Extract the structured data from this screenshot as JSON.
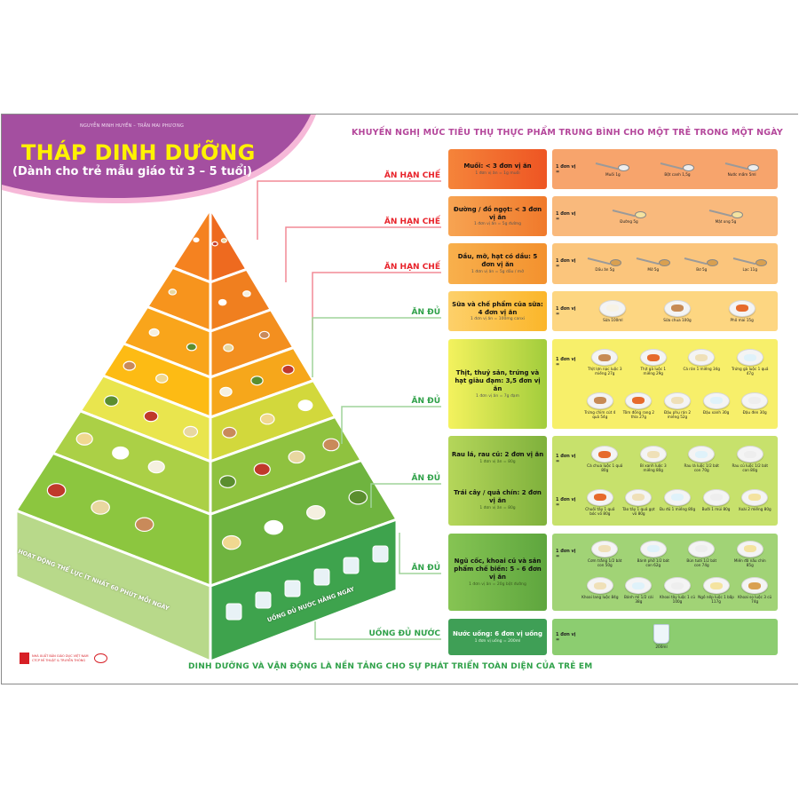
{
  "header": {
    "authors": "NGUYỄN MINH HUYỀN – TRẦN MAI PHƯƠNG",
    "title": "THÁP DINH DƯỠNG",
    "subtitle": "(Dành cho trẻ mẫu giáo từ 3 – 5 tuổi)"
  },
  "recommendation_title": "KHUYẾN NGHỊ MỨC TIÊU THỤ THỰC PHẨM TRUNG BÌNH CHO MỘT TRẺ TRONG MỘT NGÀY",
  "pyramid": {
    "activity_text": "HOẠT ĐỘNG THỂ LỰC ÍT NHẤT 60 PHÚT MỖI NGÀY",
    "water_text": "UỐNG ĐỦ NƯỚC HẰNG NGÀY"
  },
  "colors": {
    "restrict": "#e8242c",
    "enough": "#2fa149",
    "purple": "#a44fa0"
  },
  "rows": [
    {
      "level": "ĂN HẠN CHẾ",
      "type": "restrict",
      "groups": [
        {
          "title": "Muối: < 3 đơn vị ăn",
          "note": "1 đơn vị ăn = 1g muối"
        }
      ],
      "lines": [
        {
          "label": "1 đơn vị =",
          "items": [
            {
              "caption": "Muối 1g"
            },
            {
              "caption": "Bột canh 1,5g"
            },
            {
              "caption": "Nước mắm 5ml"
            }
          ]
        }
      ]
    },
    {
      "level": "ĂN HẠN CHẾ",
      "type": "restrict",
      "groups": [
        {
          "title": "Đường / đồ ngọt: < 3 đơn vị ăn",
          "note": "1 đơn vị ăn = 5g đường"
        }
      ],
      "lines": [
        {
          "label": "1 đơn vị =",
          "items": [
            {
              "caption": "Đường 5g"
            },
            {
              "caption": "Mật ong 5g"
            }
          ]
        }
      ]
    },
    {
      "level": "ĂN HẠN CHẾ",
      "type": "restrict",
      "groups": [
        {
          "title": "Dầu, mỡ, hạt có dầu: 5 đơn vị ăn",
          "note": "1 đơn vị ăn = 5g dầu / mỡ"
        }
      ],
      "lines": [
        {
          "label": "1 đơn vị =",
          "items": [
            {
              "caption": "Dầu ăn 5g"
            },
            {
              "caption": "Mỡ 5g"
            },
            {
              "caption": "Bơ 5g"
            },
            {
              "caption": "Lạc 11g"
            }
          ]
        }
      ]
    },
    {
      "level": "ĂN ĐỦ",
      "type": "enough",
      "groups": [
        {
          "title": "Sữa và chế phẩm của sữa: 4 đơn vị ăn",
          "note": "1 đơn vị ăn = 100mg canxi"
        }
      ],
      "lines": [
        {
          "label": "1 đơn vị =",
          "items": [
            {
              "caption": "Sữa 100ml"
            },
            {
              "caption": "Sữa chua 100g"
            },
            {
              "caption": "Phô mai 15g"
            }
          ]
        }
      ]
    },
    {
      "level": "ĂN ĐỦ",
      "type": "enough",
      "groups": [
        {
          "title": "Thịt, thuỷ sản, trứng và hạt giàu đạm: 3,5 đơn vị ăn",
          "note": "1 đơn vị ăn = 7g đạm"
        }
      ],
      "lines": [
        {
          "label": "1 đơn vị =",
          "items": [
            {
              "caption": "Thịt lợn nạc luộc 3 miếng 27g"
            },
            {
              "caption": "Thịt gà luộc 1 miếng 29g"
            },
            {
              "caption": "Cá rán 1 miếng 34g"
            },
            {
              "caption": "Trứng gà luộc 1 quả 47g"
            }
          ]
        },
        {
          "items": [
            {
              "caption": "Trứng chim cút 4 quả 54g"
            },
            {
              "caption": "Tôm đồng rang 2 thìa 27g"
            },
            {
              "caption": "Đậu phụ rán 2 miếng 52g"
            },
            {
              "caption": "Đậu xanh 30g"
            },
            {
              "caption": "Đậu đen 30g"
            }
          ]
        }
      ]
    },
    {
      "level": "ĂN ĐỦ",
      "type": "enough",
      "groups": [
        {
          "title": "Rau lá, rau củ: 2 đơn vị ăn",
          "note": "1 đơn vị ăn = 80g"
        },
        {
          "title": "Trái cây / quả chín: 2 đơn vị ăn",
          "note": "1 đơn vị ăn = 80g"
        }
      ],
      "lines": [
        {
          "label": "1 đơn vị =",
          "items": [
            {
              "caption": "Cà chua luộc 1 quả 80g"
            },
            {
              "caption": "Bí xanh luộc 3 miếng 80g"
            },
            {
              "caption": "Rau lá luộc 1/2 bát con 70g"
            },
            {
              "caption": "Rau củ luộc 1/2 bát con 80g"
            }
          ]
        },
        {
          "label": "1 đơn vị =",
          "items": [
            {
              "caption": "Chuối tây 1 quả bóc vỏ 80g"
            },
            {
              "caption": "Táo tây 1 quả gọt vỏ 80g"
            },
            {
              "caption": "Đu đủ 1 miếng 80g"
            },
            {
              "caption": "Bưởi 1 múi 80g"
            },
            {
              "caption": "Xoài 2 miếng 80g"
            }
          ]
        }
      ]
    },
    {
      "level": "ĂN ĐỦ",
      "type": "enough",
      "groups": [
        {
          "title": "Ngũ cốc, khoai củ và sản phẩm chế biến: 5 – 6 đơn vị ăn",
          "note": "1 đơn vị ăn = 20g bột đường"
        }
      ],
      "lines": [
        {
          "label": "1 đơn vị =",
          "items": [
            {
              "caption": "Cơm trắng 1/2 bát con 50g"
            },
            {
              "caption": "Bánh phở 1/2 bát con 62g"
            },
            {
              "caption": "Bún tươi 1/2 bát con 74g"
            },
            {
              "caption": "Miến đã nấu chín 85g"
            }
          ]
        },
        {
          "items": [
            {
              "caption": "Khoai lang luộc 84g"
            },
            {
              "caption": "Bánh mì 1/2 cái 38g"
            },
            {
              "caption": "Khoai tây luộc 1 củ 100g"
            },
            {
              "caption": "Ngô nếp luộc 1 bắp 117g"
            },
            {
              "caption": "Khoai sọ luộc 3 củ 74g"
            }
          ]
        }
      ]
    },
    {
      "level": "UỐNG ĐỦ NƯỚC",
      "type": "enough",
      "groups": [
        {
          "title": "Nước uống: 6 đơn vị uống",
          "note": "1 đơn vị uống = 200ml"
        }
      ],
      "lines": [
        {
          "label": "1 đơn vị =",
          "items": [
            {
              "caption": "200ml"
            }
          ]
        }
      ]
    }
  ],
  "footer": "DINH DƯỠNG VÀ VẬN ĐỘNG LÀ NỀN TẢNG CHO SỰ PHÁT TRIỂN TOÀN DIỆN CỦA TRẺ EM",
  "publisher": {
    "line1": "NHÀ XUẤT BẢN GIÁO DỤC VIỆT NAM",
    "line2": "CTCP MĨ THUẬT & TRUYỀN THÔNG"
  }
}
